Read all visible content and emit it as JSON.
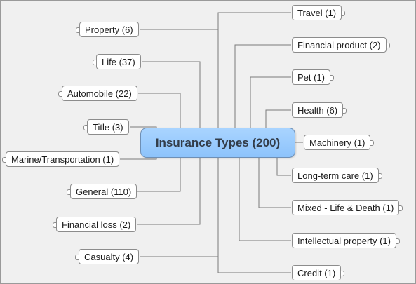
{
  "center": {
    "label": "Insurance Types (200)"
  },
  "left_topics": [
    {
      "key": "property",
      "label": "Property (6)"
    },
    {
      "key": "life",
      "label": "Life (37)"
    },
    {
      "key": "automobile",
      "label": "Automobile (22)"
    },
    {
      "key": "title",
      "label": "Title (3)"
    },
    {
      "key": "marine",
      "label": "Marine/Transportation (1)"
    },
    {
      "key": "general",
      "label": "General (110)"
    },
    {
      "key": "financial-loss",
      "label": "Financial loss (2)"
    },
    {
      "key": "casualty",
      "label": "Casualty (4)"
    }
  ],
  "right_topics": [
    {
      "key": "travel",
      "label": "Travel (1)"
    },
    {
      "key": "financial-product",
      "label": "Financial product (2)"
    },
    {
      "key": "pet",
      "label": "Pet (1)"
    },
    {
      "key": "health",
      "label": "Health (6)"
    },
    {
      "key": "machinery",
      "label": "Machinery (1)"
    },
    {
      "key": "long-term-care",
      "label": "Long-term care (1)"
    },
    {
      "key": "mixed-life-death",
      "label": "Mixed - Life & Death (1)"
    },
    {
      "key": "intellectual-property",
      "label": "Intellectual property (1)"
    },
    {
      "key": "credit",
      "label": "Credit (1)"
    }
  ],
  "colors": {
    "line": "#7a7a7a",
    "center_fill": "#9ccbfd",
    "background": "#f0f0f0"
  }
}
